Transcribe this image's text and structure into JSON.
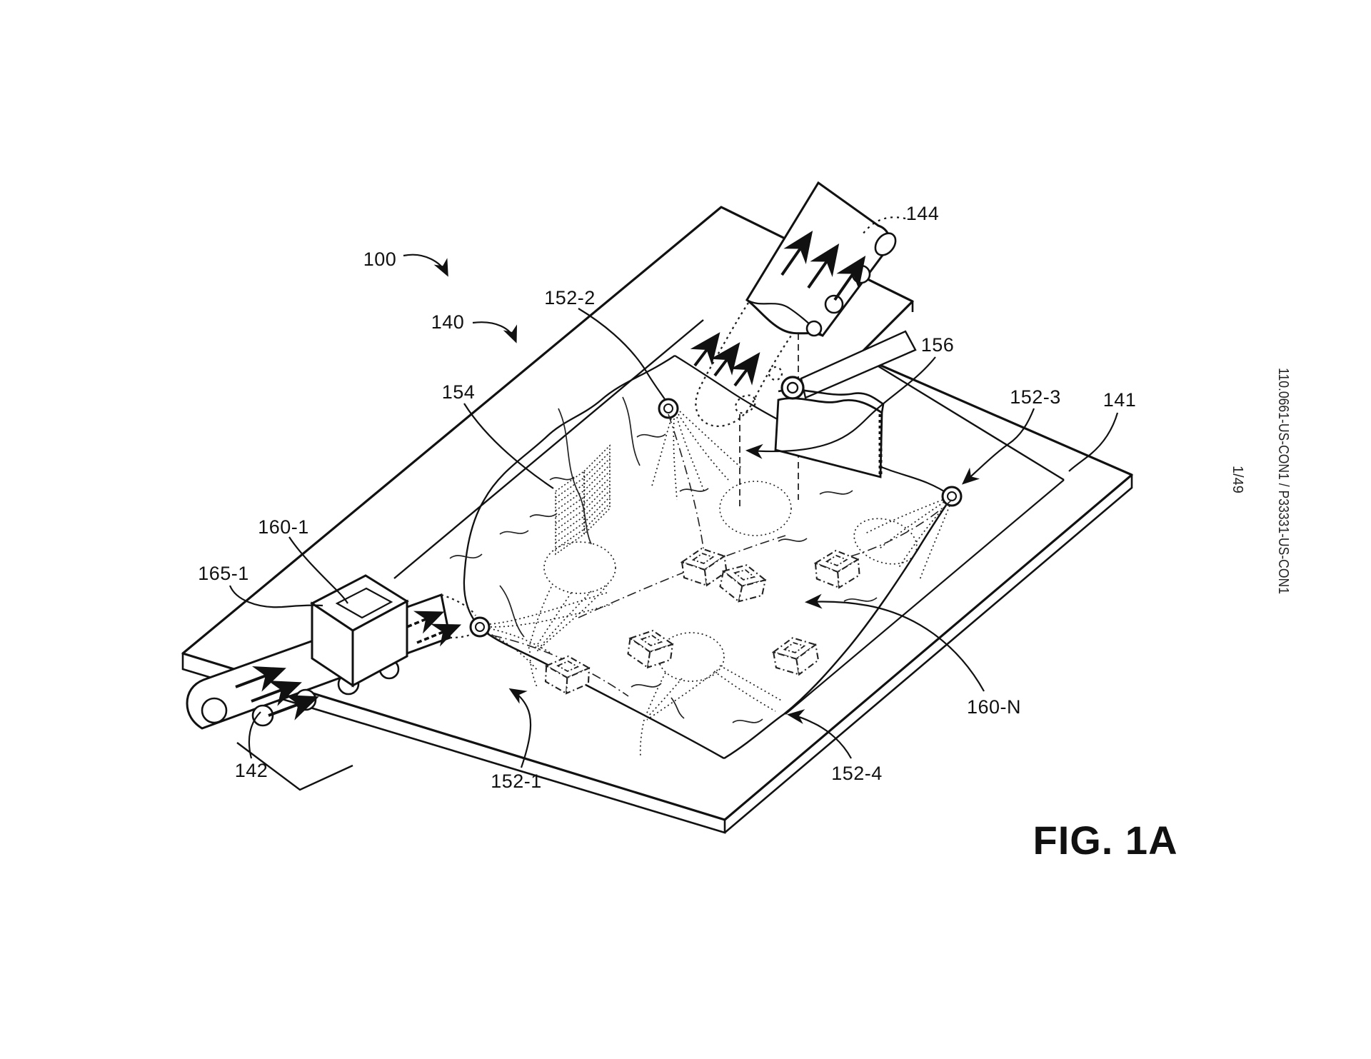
{
  "figure": {
    "caption": "FIG. 1A",
    "sheet_number": "1/49",
    "docket_header": "110.0661-US-CON1 / P33331-US-CON1"
  },
  "labels": {
    "system": "100",
    "receiving_surface": "140",
    "platform": "141",
    "infeed_conveyor": "142",
    "outfeed_conveyor": "144",
    "edge_1": "152-1",
    "edge_2": "152-2",
    "edge_3": "152-3",
    "edge_4": "152-4",
    "grid": "154",
    "diverter_wall": "156",
    "item_1": "160-1",
    "item_n": "160-N",
    "item_label_1": "165-1"
  }
}
